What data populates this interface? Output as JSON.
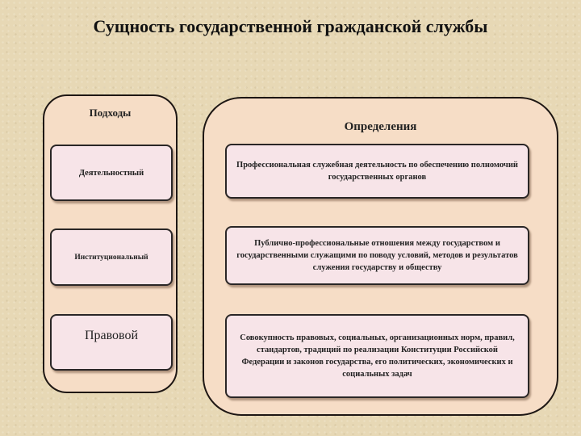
{
  "title": "Сущность государственной гражданской службы",
  "approaches": {
    "heading": "Подходы",
    "items": [
      "Деятельностный",
      "Институциональный",
      "Правовой"
    ]
  },
  "definitions": {
    "heading": "Определения",
    "items": [
      "Профессиональная служебная деятельность по обеспечению полномочий государственных органов",
      "Публично-профессиональные отношения между государством и государственными служащими по поводу условий, методов и результатов служения государству и обществу",
      "Совокупность правовых, социальных, организационных норм, правил, стандартов, традиций по реализации Конституции Российской Федерации и законов государства, его политических, экономических и социальных задач"
    ]
  }
}
